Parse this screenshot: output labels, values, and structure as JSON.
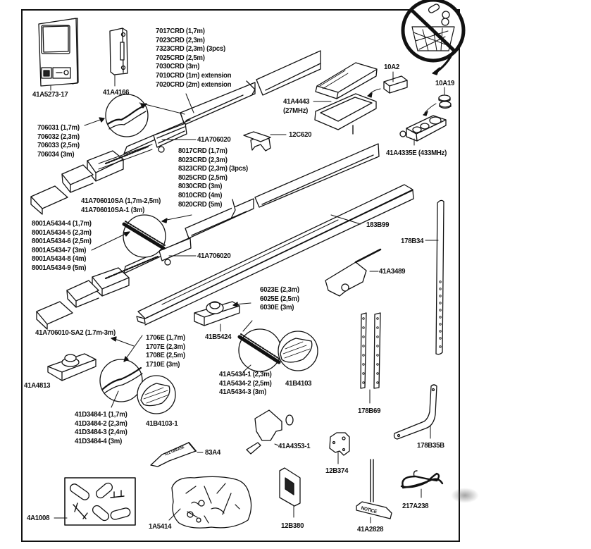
{
  "diagram": {
    "type": "exploded-parts-diagram",
    "subject": "garage door opener rail and accessories",
    "colors": {
      "ink": "#111111",
      "paper": "#ffffff"
    }
  },
  "warning_icon": {
    "meaning": "do not dispose batteries in household waste"
  },
  "labels": {
    "wall_console": "41A5273-17",
    "push_button": "41A4166",
    "chain_rail_top_list": [
      "7017CRD (1,7m)",
      "7023CRD (2,3m)",
      "7323CRD (2,3m) (3pcs)",
      "7025CRD (2,5m)",
      "7030CRD (3m)",
      "7010CRD (1m) extension",
      "7020CRD (2m) extension"
    ],
    "chain_list": [
      "706031 (1,7m)",
      "706032 (2,3m)",
      "706033 (2,5m)",
      "706034 (3m)"
    ],
    "trolley_top": "41A706020",
    "belt_rail_list": [
      "8017CRD (1,7m)",
      "8023CRD (2,3m)",
      "8323CRD (2,3m) (3pcs)",
      "8025CRD (2,5m)",
      "8030CRD (3m)",
      "8010CRD (4m)",
      "8020CRD (5m)"
    ],
    "bracket_sa": [
      "41A706010SA (1,7m-2,5m)",
      "41A706010SA-1 (3m)"
    ],
    "belt_list": [
      "8001A5434-4 (1,7m)",
      "8001A5434-5 (2,3m)",
      "8001A5434-6 (2,5m)",
      "8001A5434-7 (3m)",
      "8001A5434-8 (4m)",
      "8001A5434-9 (5m)"
    ],
    "trolley_mid": "41A706020",
    "bracket_sa2": "41A706010-SA2 (1.7m-3m)",
    "remote_27": [
      "41A4443",
      "(27MHz)"
    ],
    "battery_9v": "10A2",
    "battery_coin": "10A19",
    "remote_433": "41A4335E (433MHz)",
    "rail_clip": "12C620",
    "angle_rail": "183B99",
    "long_strap": "178B34",
    "trolley_arm": "41A3489",
    "screw_rail_list": [
      "6023E (2,3m)",
      "6025E (2,5m)",
      "6030E (3m)"
    ],
    "sprocket_bracket": "41B5424",
    "t_rail_list": [
      "1706E (1,7m)",
      "1707E (2,3m)",
      "1708E (2,5m)",
      "1710E (3m)"
    ],
    "idler_bracket": "41A4813",
    "belt_41a_list": [
      "41A5434-1 (2,3m)",
      "41A5434-2 (2,5m)",
      "41A5434-3 (3m)"
    ],
    "screw_a": "41B4103",
    "chain_d_list": [
      "41D3484-1 (1,7m)",
      "41D3484-2 (2,3m)",
      "41D3484-3 (2,4m)",
      "41D3484-4 (3m)"
    ],
    "screw_b": "41B4103-1",
    "short_straps": "178B69",
    "bent_arm": "178B35B",
    "door_bracket": "41A4353-1",
    "grease": "83A4",
    "small_bracket": "12B374",
    "link_kit": "4A1008",
    "hardware_bag": "1A5414",
    "header_bracket": "12B380",
    "notice_handle": "41A2828",
    "notice_text": "NOTICE",
    "grease_text": "ALL GREASE",
    "wire": "217A238"
  }
}
